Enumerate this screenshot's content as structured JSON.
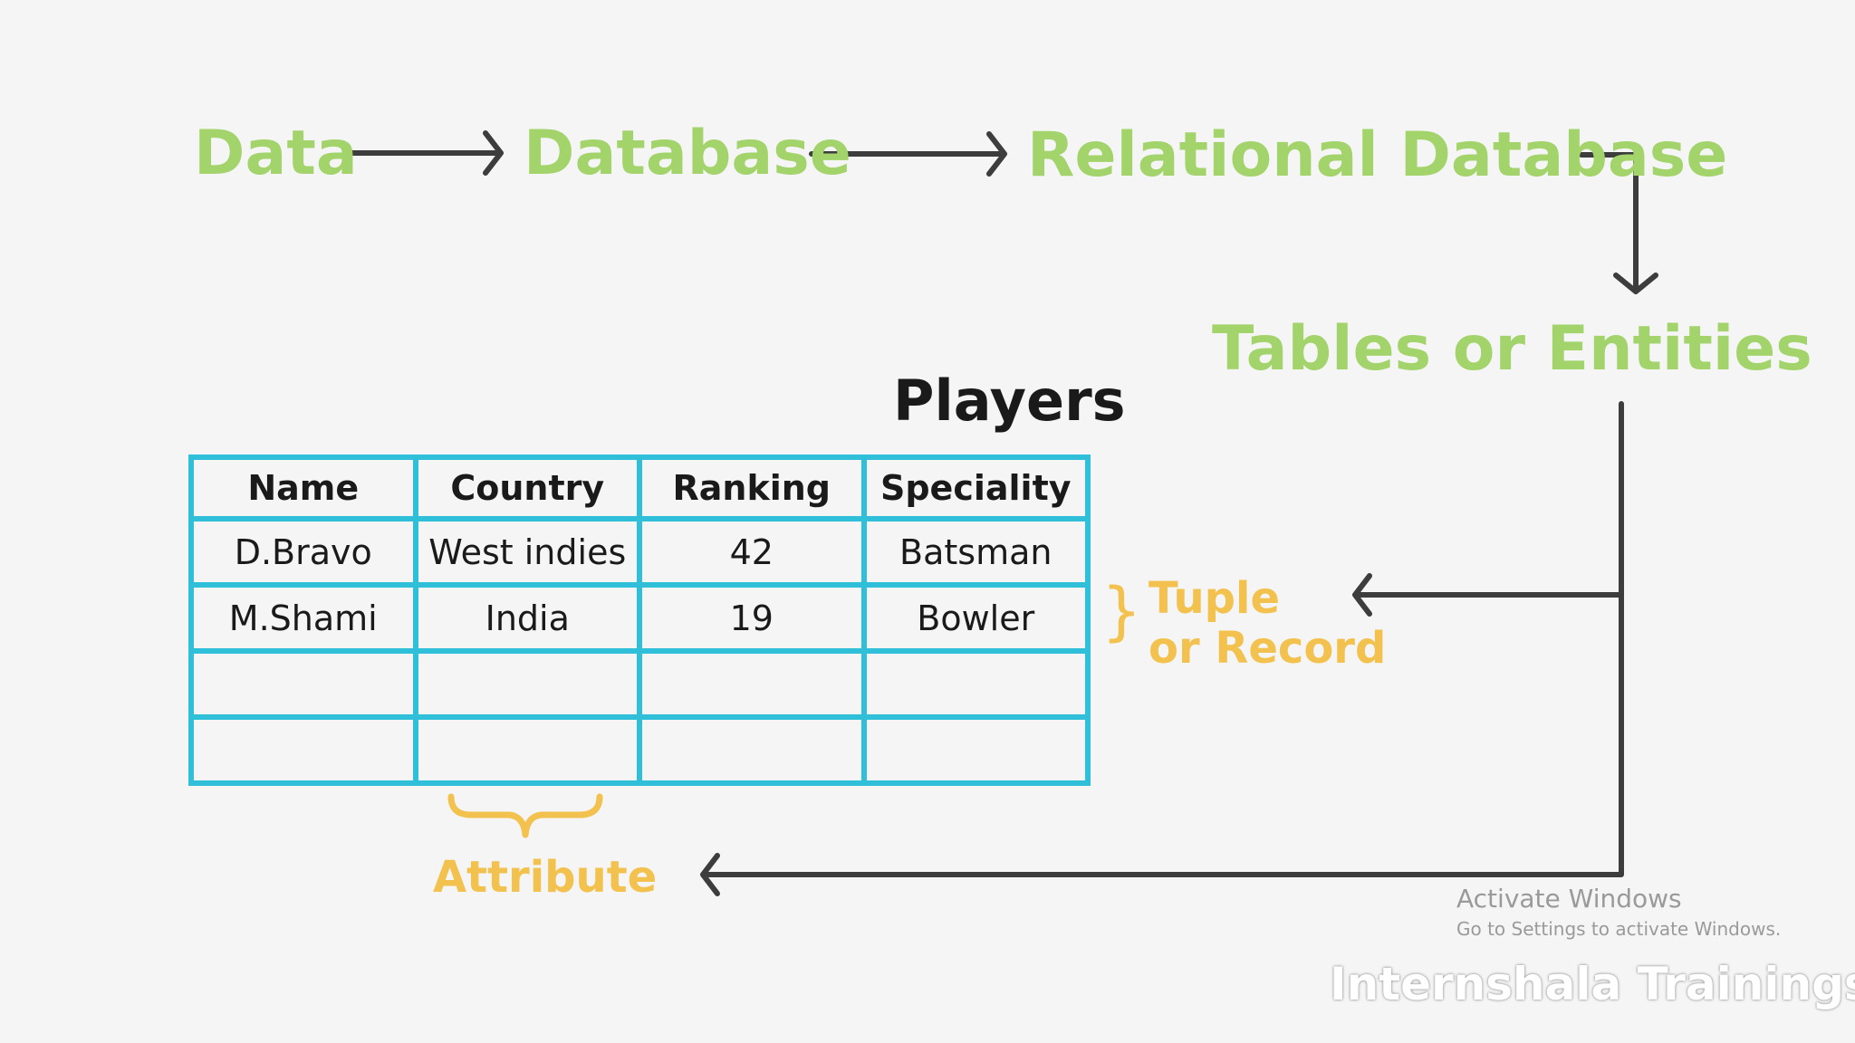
{
  "flow": {
    "data": "Data",
    "database": "Database",
    "relational_database": "Relational Database",
    "tables_or_entities": "Tables or Entities"
  },
  "table": {
    "title": "Players",
    "headers": [
      "Name",
      "Country",
      "Ranking",
      "Speciality"
    ],
    "rows": [
      [
        "D.Bravo",
        "West indies",
        "42",
        "Batsman"
      ],
      [
        "M.Shami",
        "India",
        "19",
        "Bowler"
      ],
      [
        "",
        "",
        "",
        ""
      ],
      [
        "",
        "",
        "",
        ""
      ]
    ]
  },
  "annotations": {
    "tuple_line1": "Tuple",
    "tuple_line2": "or Record",
    "attribute": "Attribute"
  },
  "watermark": {
    "title": "Activate Windows",
    "subtitle": "Go to Settings to activate Windows."
  },
  "brand": "Internshala Trainings",
  "colors": {
    "flow_text": "#a3d36b",
    "accent": "#f2c14e",
    "table_border": "#2fbfd8",
    "arrow": "#3d3d3d",
    "background": "#f5f5f5"
  }
}
